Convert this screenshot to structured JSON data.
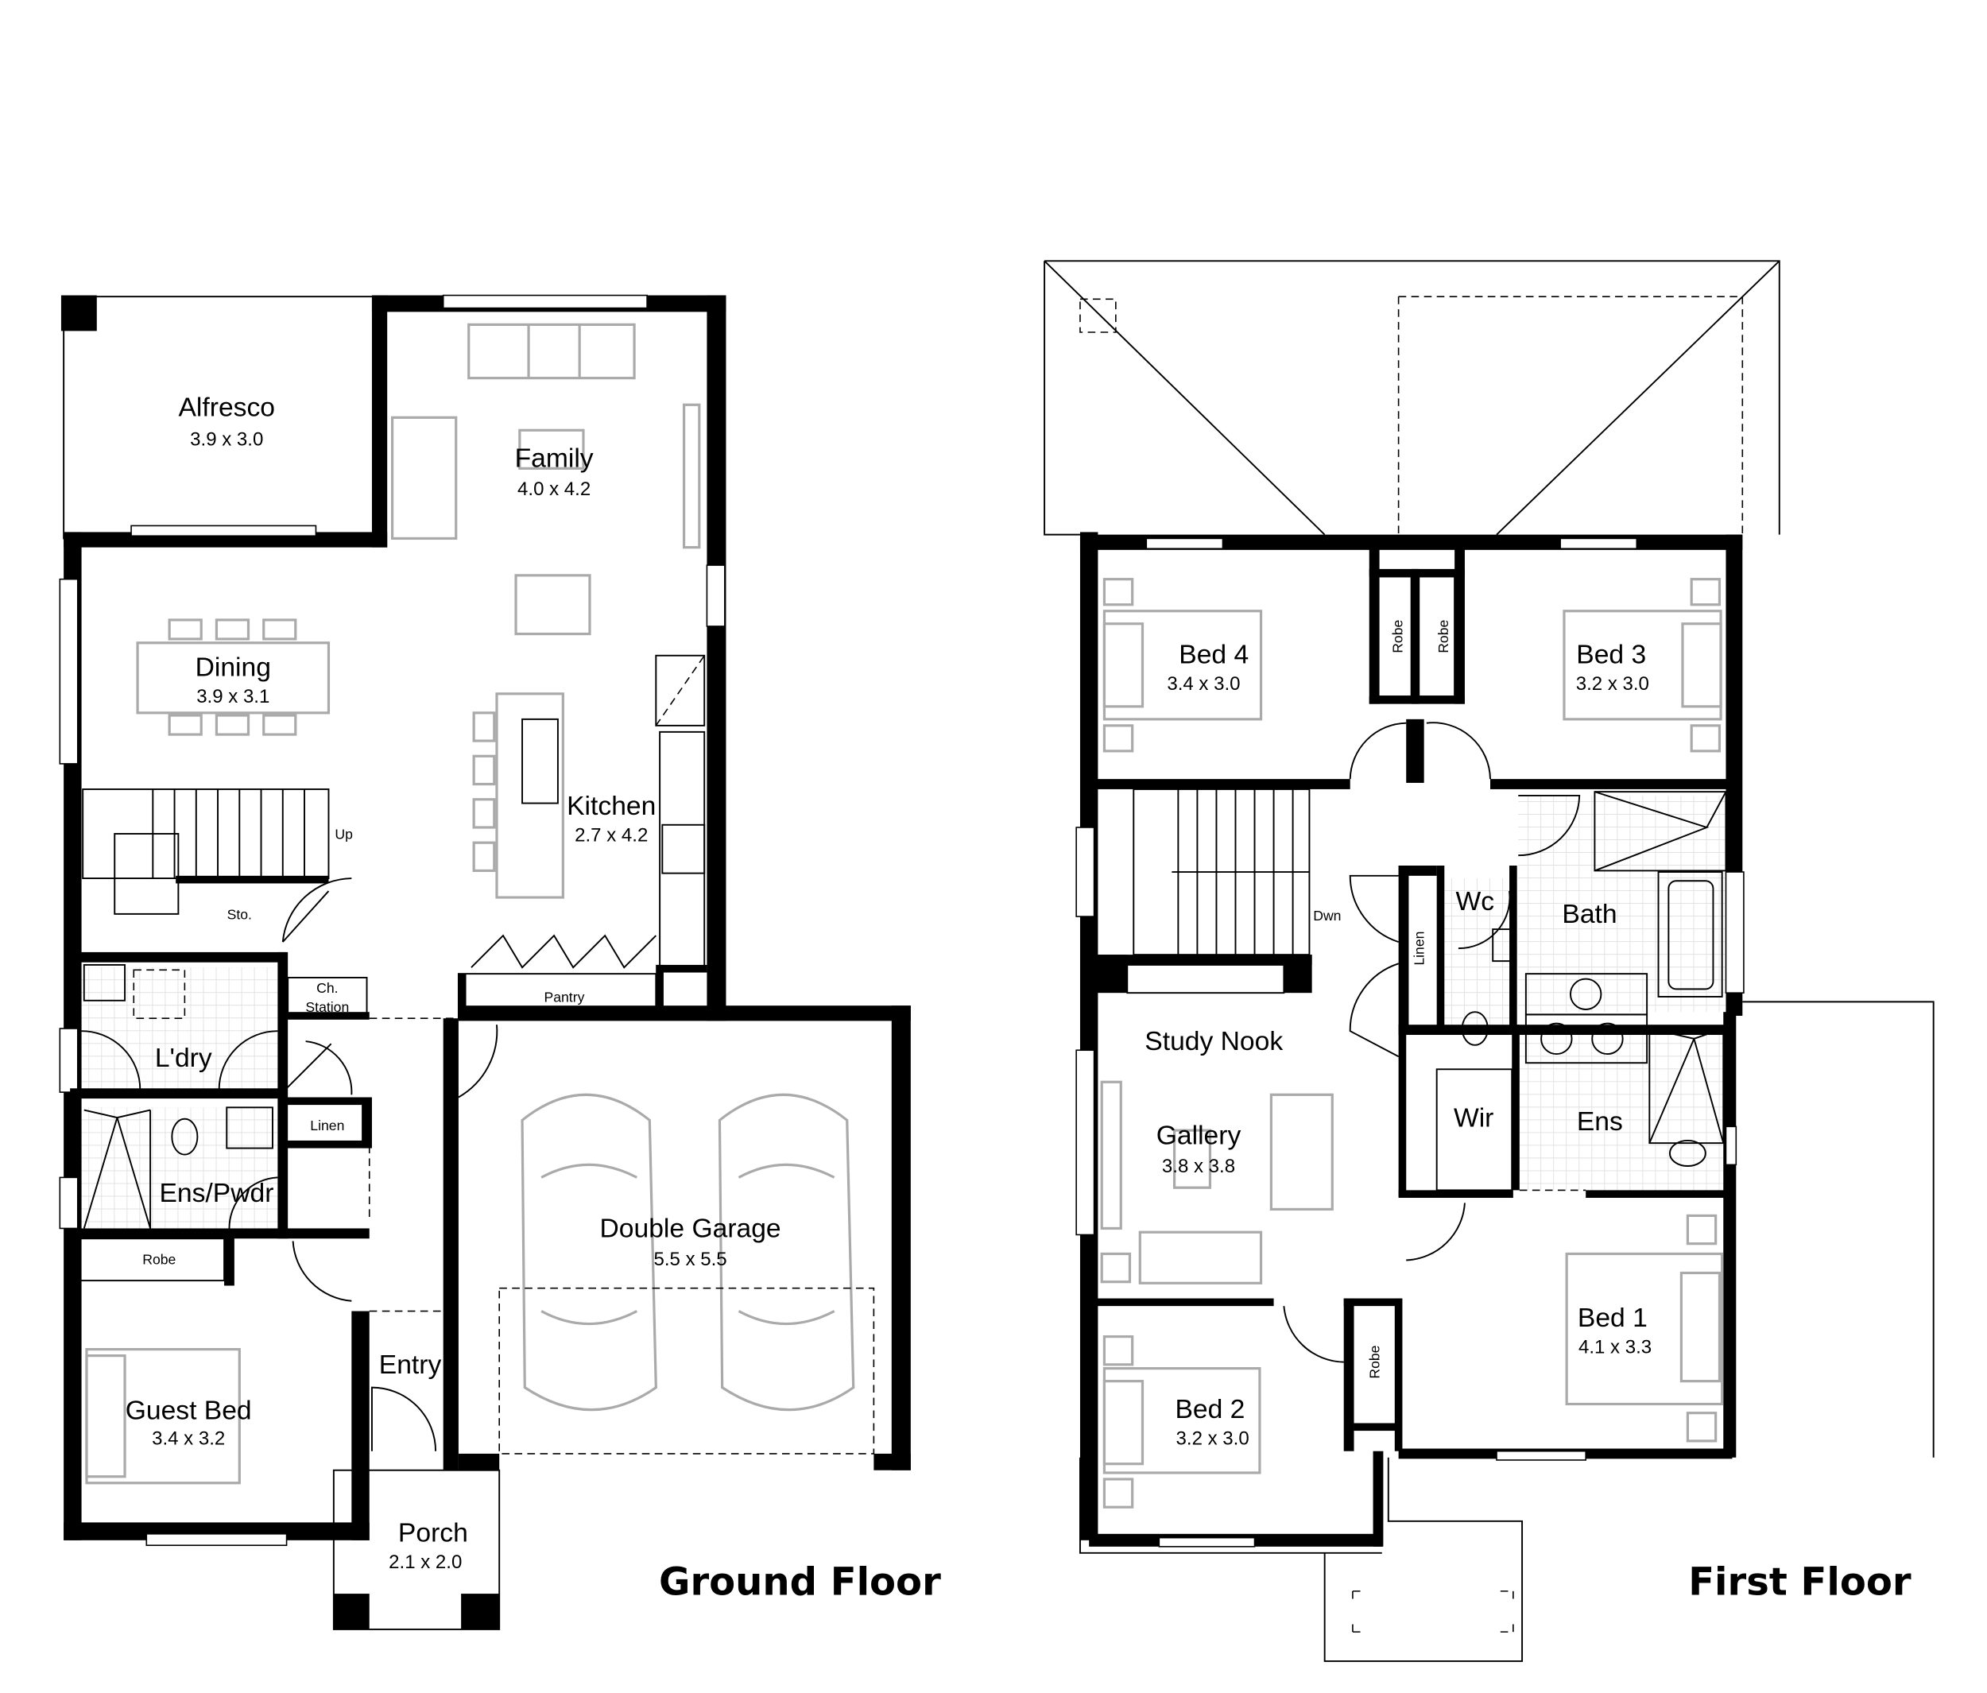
{
  "ground_floor": {
    "title": "Ground Floor",
    "rooms": [
      {
        "name": "Alfresco",
        "size": "3.9 x 3.0"
      },
      {
        "name": "Family",
        "size": "4.0 x 4.2"
      },
      {
        "name": "Dining",
        "size": "3.9 x 3.1"
      },
      {
        "name": "Kitchen",
        "size": "2.7 x 4.2"
      },
      {
        "name": "Double Garage",
        "size": "5.5 x 5.5"
      },
      {
        "name": "Guest Bed",
        "size": "3.4 x 3.2"
      },
      {
        "name": "Porch",
        "size": "2.1 x 2.0"
      }
    ],
    "labels": {
      "up": "Up",
      "store": "Sto.",
      "ch_station_1": "Ch.",
      "ch_station_2": "Station",
      "pantry": "Pantry",
      "laundry": "L'dry",
      "linen": "Linen",
      "ens_pwdr": "Ens/Pwdr",
      "robe": "Robe",
      "entry": "Entry"
    }
  },
  "first_floor": {
    "title": "First Floor",
    "rooms": [
      {
        "name": "Bed 4",
        "size": "3.4 x 3.0"
      },
      {
        "name": "Bed 3",
        "size": "3.2 x 3.0"
      },
      {
        "name": "Gallery",
        "size": "3.8 x 3.8"
      },
      {
        "name": "Bed 1",
        "size": "4.1 x 3.3"
      },
      {
        "name": "Bed 2",
        "size": "3.2 x 3.0"
      }
    ],
    "labels": {
      "robe_a": "Robe",
      "robe_b": "Robe",
      "robe_c": "Robe",
      "dwn": "Dwn",
      "linen": "Linen",
      "wc": "Wc",
      "bath": "Bath",
      "study_nook": "Study Nook",
      "wir": "Wir",
      "ens": "Ens"
    }
  }
}
